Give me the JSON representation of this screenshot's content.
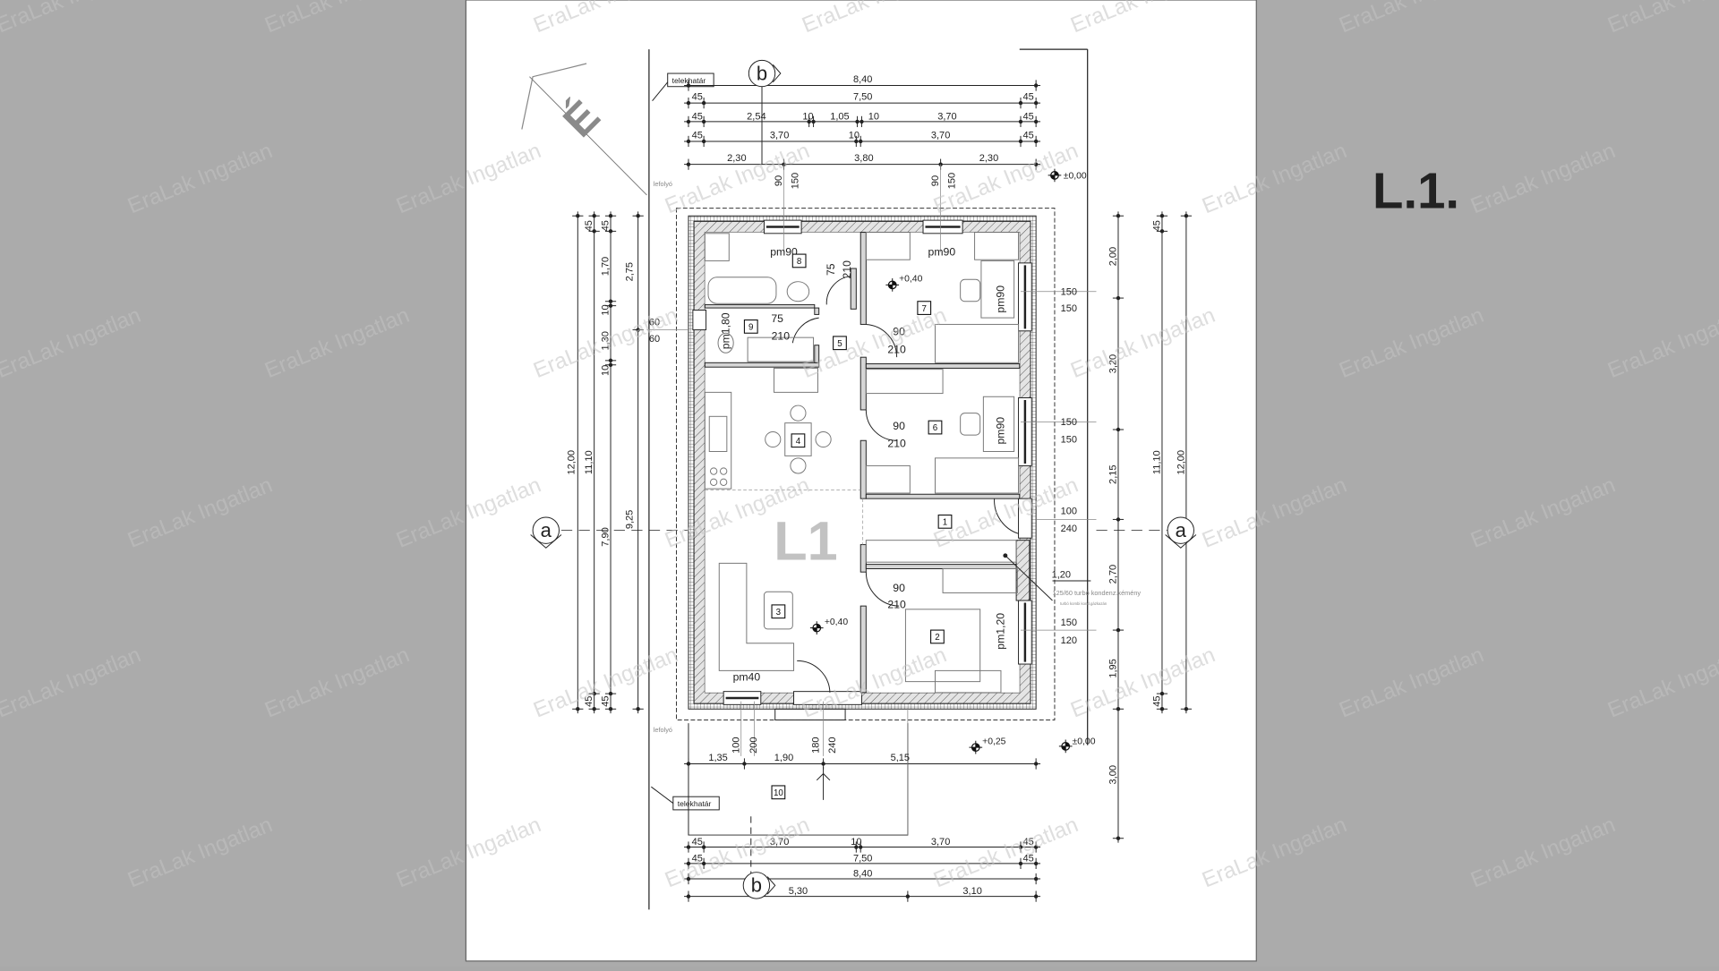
{
  "sheet_title": "L.1.",
  "watermark": "EraLak Ingatlan",
  "plan_label": "L1",
  "north_label": "É",
  "axis_markers": {
    "a": "a",
    "b": "b"
  },
  "notes": {
    "property_line": "telekhatár",
    "drain": "lefolyó",
    "chimney": "125/60 turbó kondenz.kémény",
    "chimney_sub": "turbó kombi kond.gázkazán"
  },
  "rooms": [
    "1",
    "2",
    "3",
    "4",
    "5",
    "6",
    "7",
    "8",
    "9",
    "10"
  ],
  "dimensions": {
    "top": [
      "8,40",
      "45",
      "7,50",
      "45",
      "45",
      "2,54",
      "10",
      "1,05",
      "10",
      "3,70",
      "45",
      "45",
      "3,70",
      "10",
      "3,70",
      "45",
      "2,30",
      "3,80",
      "2,30",
      "90",
      "150",
      "90",
      "150"
    ],
    "left": [
      "12,00",
      "45",
      "11,10",
      "45",
      "45",
      "1,70",
      "10",
      "1,30",
      "10",
      "7,90",
      "45",
      "2,75",
      "9,25",
      "60",
      "60"
    ],
    "right": [
      "2,00",
      "3,20",
      "2,15",
      "2,70",
      "1,95",
      "3,00",
      "45",
      "11,10",
      "45",
      "12,00"
    ],
    "right_openings": [
      "150",
      "150",
      "150",
      "150",
      "100",
      "240",
      "1,20",
      "150",
      "120"
    ],
    "bottom": [
      "100",
      "200",
      "180",
      "240",
      "1,35",
      "1,90",
      "5,15",
      "45",
      "3,70",
      "10",
      "3,70",
      "45",
      "45",
      "7,50",
      "45",
      "8,40",
      "5,30",
      "3,10"
    ],
    "interior": [
      "pm90",
      "pm90",
      "pm90",
      "pm90",
      "pm1,80",
      "pm1,20",
      "pm40",
      "75",
      "210",
      "75",
      "210",
      "90",
      "210",
      "90",
      "210",
      "90",
      "210"
    ]
  },
  "levels": [
    "±0,00",
    "+0,40",
    "+0,40",
    "+0,25",
    "±0,00"
  ]
}
